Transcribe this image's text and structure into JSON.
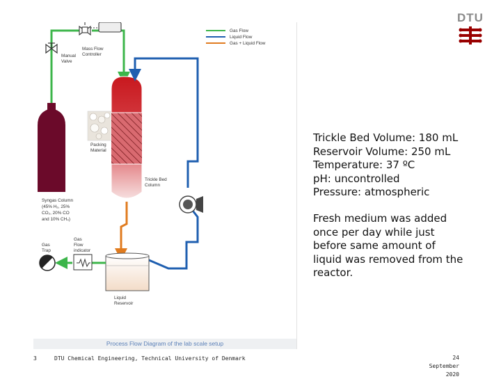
{
  "diagram": {
    "legend": [
      {
        "label": "Gas Flow",
        "color": "#3cb54a"
      },
      {
        "label": "Liquid Flow",
        "color": "#1f5fb0"
      },
      {
        "label": "Gas + Liquid Flow",
        "color": "#e07b1f"
      }
    ],
    "labels": {
      "manual_valve": [
        "Manual",
        "Valve"
      ],
      "mass_flow_controller": [
        "Mass Flow",
        "Controller"
      ],
      "packing_material": [
        "Packing",
        "Material"
      ],
      "trickle_bed_column": [
        "Trickle Bed",
        "Column"
      ],
      "syngas_column": [
        "Syngas Column",
        "(45% H₂, 25%",
        "CO₂, 20% CO",
        "and 10% CH₄)"
      ],
      "gas_trap": [
        "Gas",
        "Trap"
      ],
      "gas_flow_indicator": [
        "Gas",
        "Flow",
        "indicator"
      ],
      "liquid_reservoir": [
        "Liquid",
        "Reservoir"
      ]
    },
    "caption": "Process Flow Diagram of the lab scale setup"
  },
  "logo": {
    "text": "DTU",
    "color": "#990000"
  },
  "info": {
    "specs": [
      "Trickle Bed Volume: 180 mL",
      "Reservoir Volume: 250 mL",
      "Temperature: 37 ºC",
      "pH: uncontrolled",
      "Pressure: atmospheric"
    ],
    "note": [
      "Fresh medium was added",
      "once per day while just",
      "before same amount of",
      "liquid was removed from the",
      "reactor."
    ]
  },
  "footer": {
    "page_number": "3",
    "organization": "DTU Chemical Engineering, Technical University of Denmark",
    "date_lines": [
      "24",
      "September",
      "2020"
    ]
  }
}
